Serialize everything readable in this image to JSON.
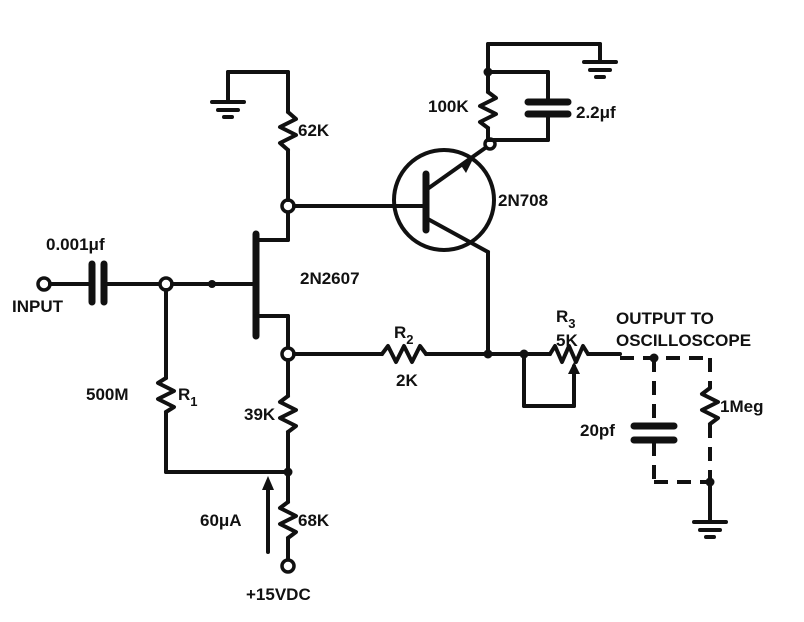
{
  "labels": {
    "input": "INPUT",
    "c_input": "0.001μf",
    "r_62k": "62K",
    "r_100k": "100K",
    "c_2_2": "2.2μf",
    "q1": "2N2607",
    "q2": "2N708",
    "r1_value": "500M",
    "r1_name": "R",
    "r1_sub": "1",
    "r2_name": "R",
    "r2_sub": "2",
    "r2_value": "2K",
    "r3_name": "R",
    "r3_sub": "3",
    "r3_value": "5K",
    "r_39k": "39K",
    "r_68k": "68K",
    "current": "60μA",
    "supply": "+15VDC",
    "output_line1": "OUTPUT TO",
    "output_line2": "OSCILLOSCOPE",
    "c_20pf": "20pf",
    "r_1meg": "1Meg"
  }
}
